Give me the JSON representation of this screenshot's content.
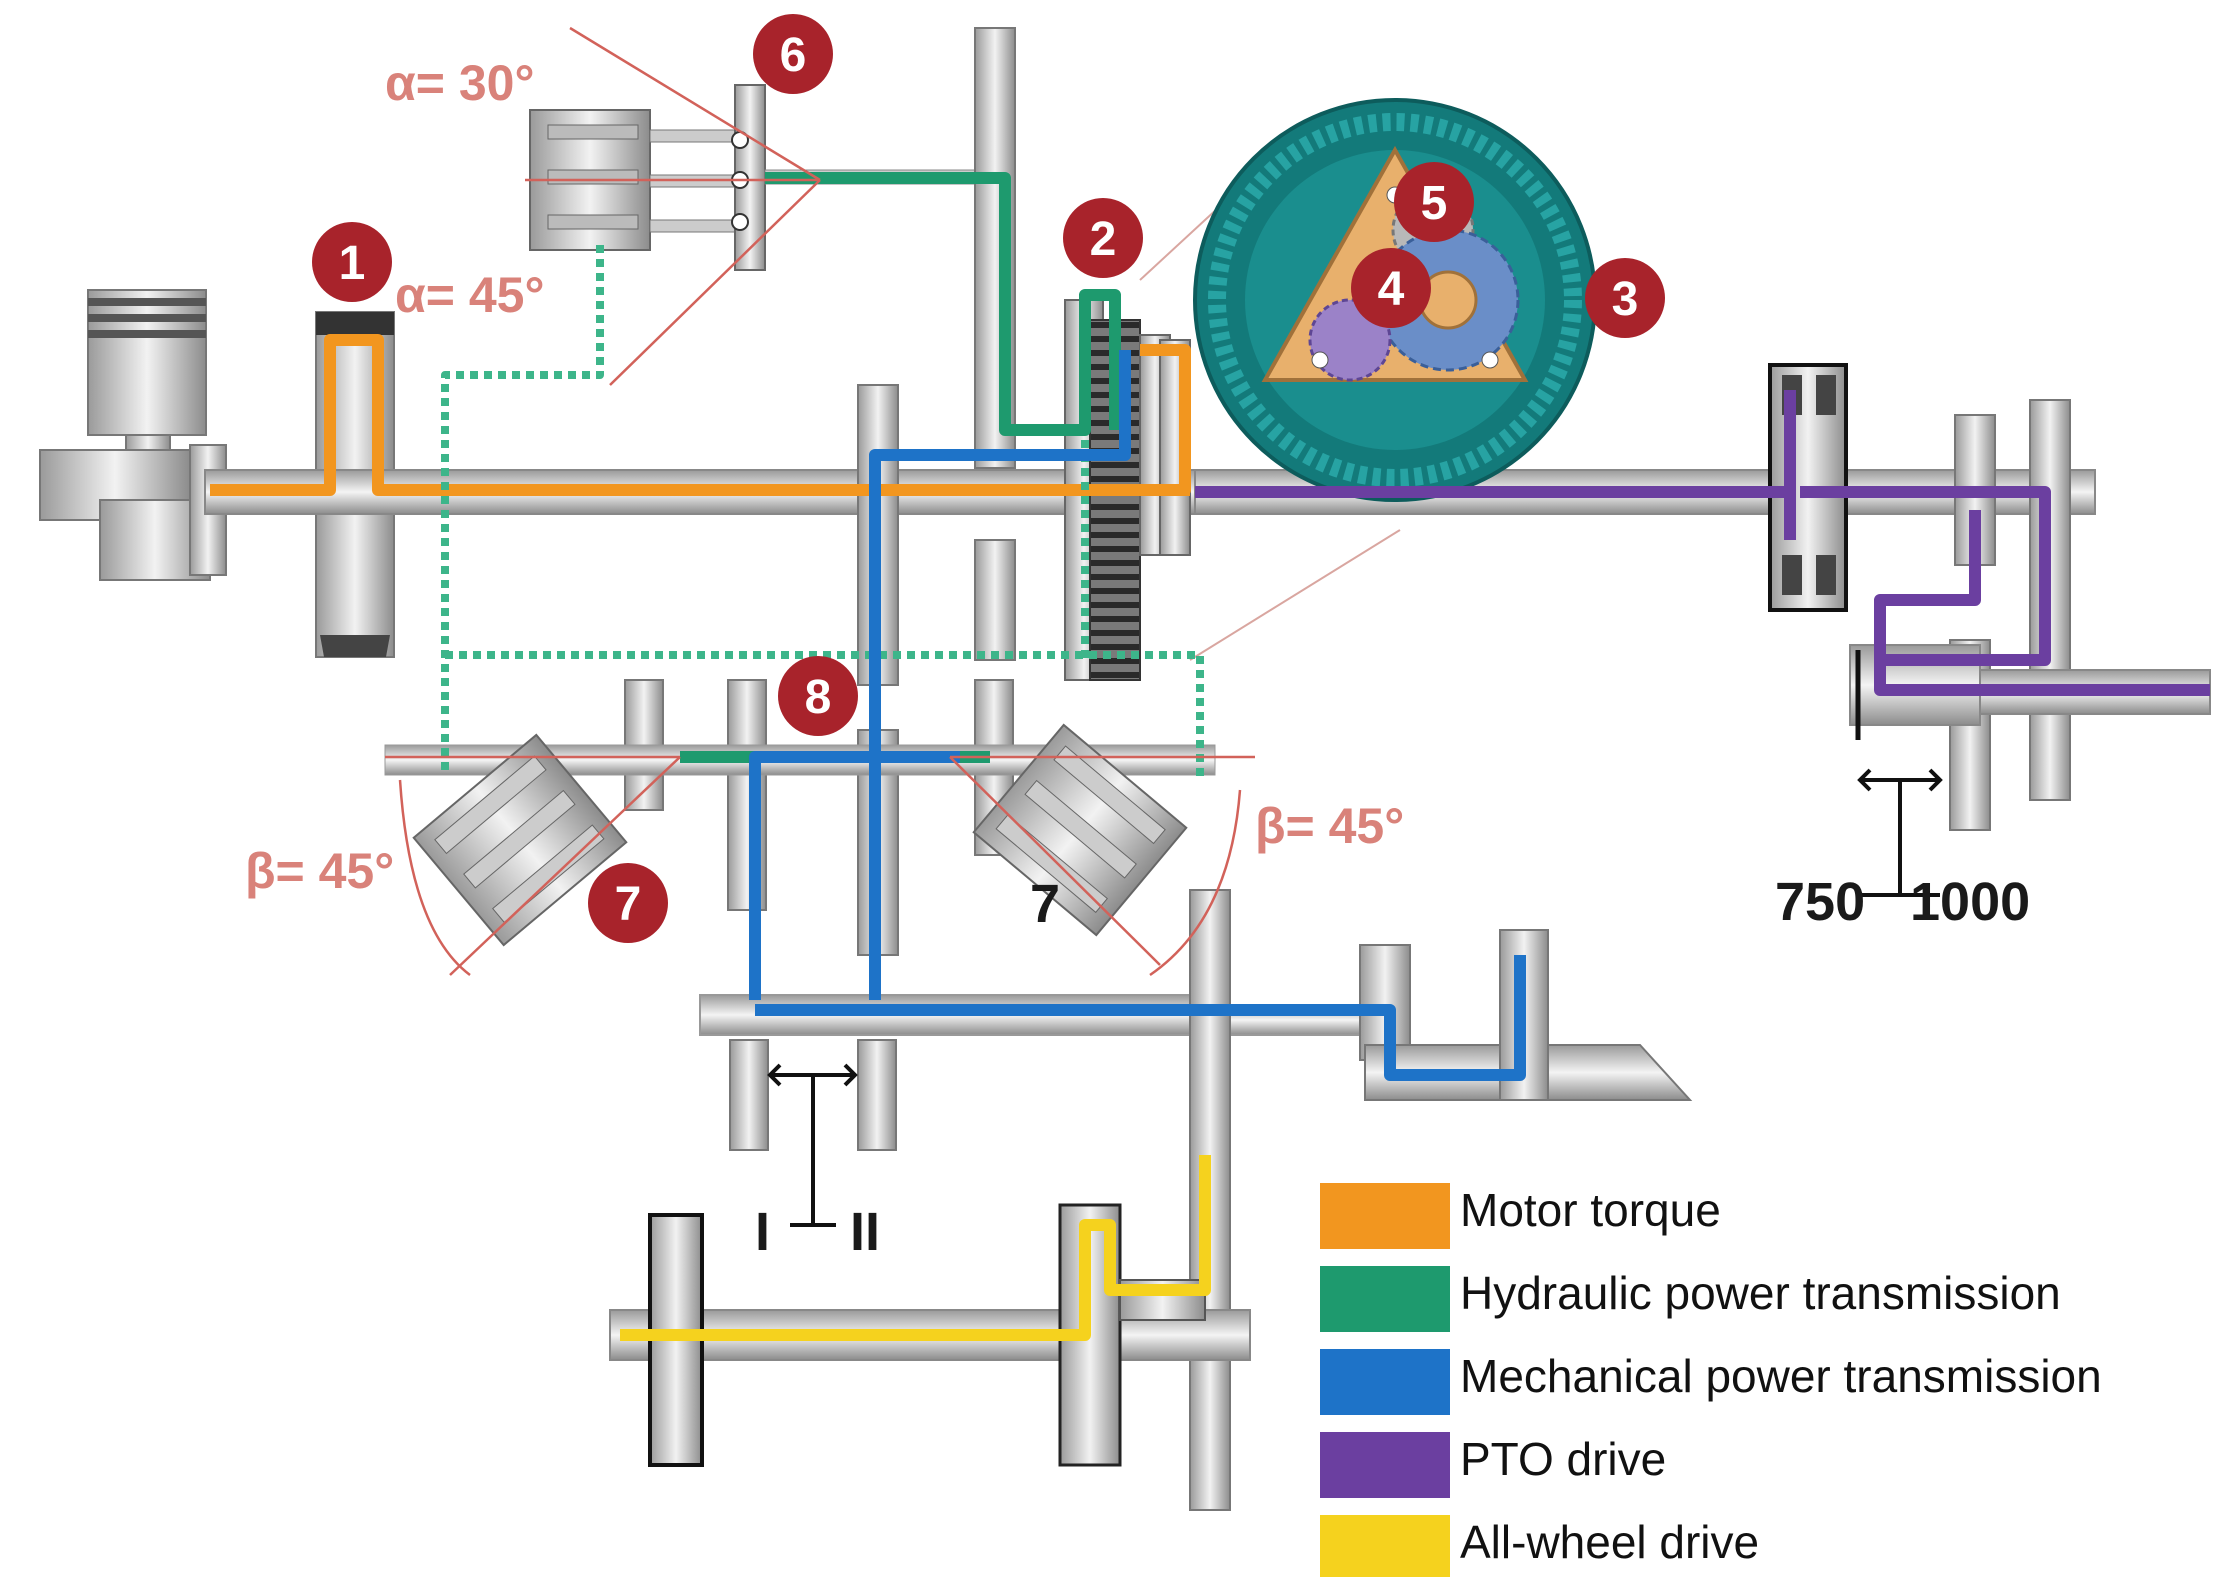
{
  "colors": {
    "motor_torque": "#f2961f",
    "hydraulic": "#1e9a6e",
    "mechanical": "#1e73c8",
    "pto": "#6b3fa0",
    "all_wheel": "#f5d21e",
    "callout": "#a8232b",
    "angle": "#d9827a"
  },
  "callouts": [
    "1",
    "2",
    "3",
    "4",
    "5",
    "6",
    "7",
    "8"
  ],
  "angles": {
    "alpha_30": "α= 30°",
    "alpha_45": "α= 45°",
    "beta_left": "β= 45°",
    "beta_right": "β= 45°"
  },
  "labels": {
    "motor7": "7",
    "speed_low": "750",
    "speed_high": "1000",
    "gear_i": "I",
    "gear_ii": "II"
  },
  "legend": [
    {
      "label": "Motor torque",
      "color": "#f2961f"
    },
    {
      "label": "Hydraulic power transmission",
      "color": "#1e9a6e"
    },
    {
      "label": "Mechanical power transmission",
      "color": "#1e73c8"
    },
    {
      "label": "PTO drive",
      "color": "#6b3fa0"
    },
    {
      "label": "All-wheel drive",
      "color": "#f5d21e"
    }
  ]
}
